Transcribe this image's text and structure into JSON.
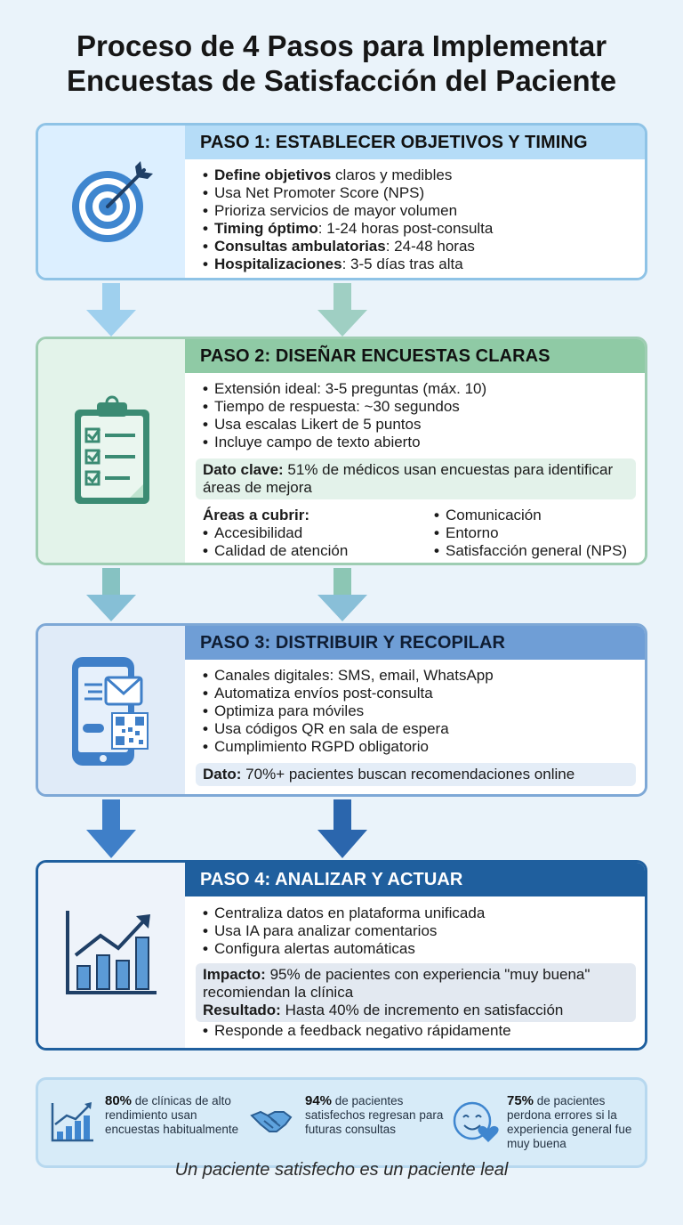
{
  "title_line1": "Proceso de 4 Pasos para Implementar",
  "title_line2": "Encuestas de Satisfacción del Paciente",
  "steps": [
    {
      "header": "PASO 1: ESTABLECER OBJETIVOS Y TIMING",
      "icon": "target-icon",
      "items": [
        {
          "b": "Define objetivos",
          "t": " claros y medibles"
        },
        {
          "b": "",
          "t": "Usa Net Promoter Score (NPS)"
        },
        {
          "b": "",
          "t": "Prioriza servicios de mayor volumen"
        },
        {
          "b": "Timing óptimo",
          "t": ": 1-24 horas post-consulta"
        },
        {
          "b": "Consultas ambulatorias",
          "t": ": 24-48 horas"
        },
        {
          "b": "Hospitalizaciones",
          "t": ": 3-5 días tras alta"
        }
      ]
    },
    {
      "header": "PASO 2: DISEÑAR ENCUESTAS CLARAS",
      "icon": "clipboard-checklist-icon",
      "items": [
        {
          "b": "",
          "t": "Extensión ideal: 3-5 preguntas (máx. 10)"
        },
        {
          "b": "",
          "t": "Tiempo de respuesta: ~30 segundos"
        },
        {
          "b": "",
          "t": "Usa escalas Likert de 5 puntos"
        },
        {
          "b": "",
          "t": "Incluye campo de texto abierto"
        }
      ],
      "key_label": "Dato clave:",
      "key_text": " 51% de médicos usan encuestas para identificar áreas de mejora",
      "areas_label": "Áreas a cubrir:",
      "areas_left": [
        "Accesibilidad",
        "Calidad de atención"
      ],
      "areas_right": [
        "Comunicación",
        "Entorno",
        "Satisfacción general (NPS)"
      ]
    },
    {
      "header": "PASO 3: DISTRIBUIR Y RECOPILAR",
      "icon": "phone-email-qr-icon",
      "items": [
        {
          "b": "",
          "t": "Canales digitales: SMS, email, WhatsApp"
        },
        {
          "b": "",
          "t": "Automatiza envíos post-consulta"
        },
        {
          "b": "",
          "t": "Optimiza para móviles"
        },
        {
          "b": "",
          "t": "Usa códigos QR en sala de espera"
        },
        {
          "b": "",
          "t": "Cumplimiento RGPD obligatorio"
        }
      ],
      "key_label": "Dato:",
      "key_text": " 70%+ pacientes buscan recomendaciones online"
    },
    {
      "header": "PASO 4: ANALIZAR Y ACTUAR",
      "icon": "rising-chart-icon",
      "items": [
        {
          "b": "",
          "t": "Centraliza datos en plataforma unificada"
        },
        {
          "b": "",
          "t": "Usa IA para analizar comentarios"
        },
        {
          "b": "",
          "t": "Configura alertas automáticas"
        }
      ],
      "impact_label": "Impacto:",
      "impact_text": " 95% de pacientes con experiencia \"muy buena\" recomiendan la clínica",
      "result_label": "Resultado:",
      "result_text": " Hasta 40% de incremento en satisfacción",
      "last_item": "Responde a feedback negativo rápidamente"
    }
  ],
  "stats": [
    {
      "pct": "80%",
      "text": " de clínicas de alto rendimiento usan encuestas habitualmente",
      "icon": "growth-chart-icon"
    },
    {
      "pct": "94%",
      "text": " de pacientes satisfechos regresan para futuras consultas",
      "icon": "handshake-icon"
    },
    {
      "pct": "75%",
      "text": " de pacientes perdona errores si la experiencia general fue muy buena",
      "icon": "smiley-heart-icon"
    }
  ],
  "footer": "Un paciente satisfecho es un paciente leal",
  "colors": {
    "step1": "#b5dcf7",
    "step2": "#8fcaa5",
    "step3": "#6f9ed6",
    "step4": "#1f5f9e",
    "background": "#eaf3fa"
  }
}
